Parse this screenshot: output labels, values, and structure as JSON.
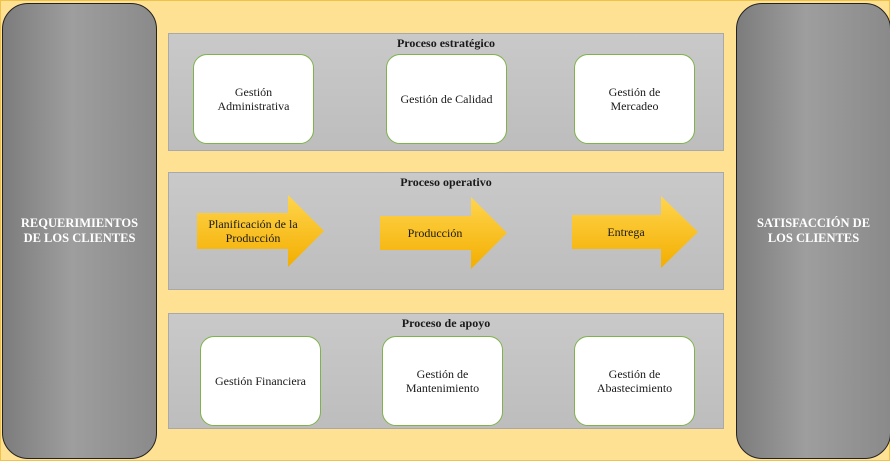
{
  "left_block": {
    "label": "REQUERIMIENTOS\nDE LOS CLIENTES"
  },
  "right_block": {
    "label": "SATISFACCIÓN DE\nLOS CLIENTES"
  },
  "strategic": {
    "title": "Proceso estratégico",
    "items": [
      "Gestión\nAdministrativa",
      "Gestión de Calidad",
      "Gestión de\nMercadeo"
    ]
  },
  "operative": {
    "title": "Proceso operativo",
    "steps": [
      "Planificación de la\nProducción",
      "Producción",
      "Entrega"
    ]
  },
  "support": {
    "title": "Proceso de apoyo",
    "items": [
      "Gestión Financiera",
      "Gestión de\nMantenimiento",
      "Gestión de\nAbastecimiento"
    ]
  },
  "colors": {
    "background": "#ffe194",
    "side_block": "#8a8a8a",
    "panel": "#c3c3c3",
    "box_border": "#7fb24c",
    "arrow": "#ffc000"
  }
}
